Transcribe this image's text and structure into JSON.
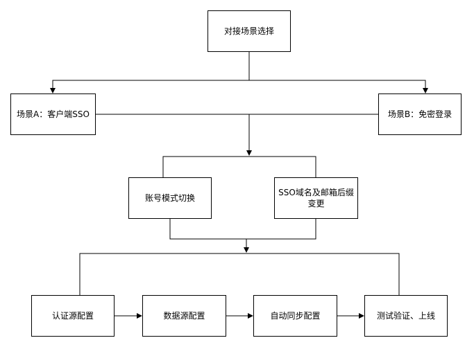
{
  "diagram": {
    "nodes": {
      "root": {
        "label": "对接场景选择"
      },
      "scenario_a": {
        "label": "场景A：客户端SSO"
      },
      "scenario_b": {
        "label": "场景B：免密登录"
      },
      "account_mode": {
        "label": "账号模式切换"
      },
      "domain_change": {
        "label": "SSO域名及邮箱后缀变更"
      },
      "auth_source": {
        "label": "认证源配置"
      },
      "data_source": {
        "label": "数据源配置"
      },
      "auto_sync": {
        "label": "自动同步配置"
      },
      "test_launch": {
        "label": "测试验证、上线"
      }
    },
    "edges": [
      {
        "from": "root",
        "to": "scenario_a"
      },
      {
        "from": "root",
        "to": "scenario_b"
      },
      {
        "from": "scenario_a",
        "to": "account_mode"
      },
      {
        "from": "scenario_b",
        "to": "account_mode"
      },
      {
        "from": "scenario_a",
        "to": "domain_change"
      },
      {
        "from": "scenario_b",
        "to": "domain_change"
      },
      {
        "from": "account_mode",
        "to": "auth_source"
      },
      {
        "from": "domain_change",
        "to": "auth_source"
      },
      {
        "from": "auth_source",
        "to": "data_source"
      },
      {
        "from": "data_source",
        "to": "auto_sync"
      },
      {
        "from": "auto_sync",
        "to": "test_launch"
      }
    ],
    "colors": {
      "stroke": "#000000",
      "fill": "#ffffff",
      "text": "#000000"
    }
  }
}
